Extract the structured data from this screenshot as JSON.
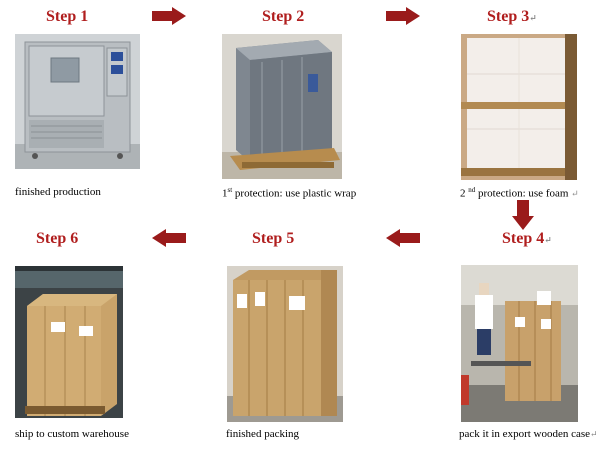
{
  "steps": {
    "s1": {
      "title": "Step 1",
      "caption": "finished production"
    },
    "s2": {
      "title": "Step 2",
      "caption_sup": "st",
      "caption_pre": "1",
      "caption_post": " protection: use plastic wrap"
    },
    "s3": {
      "title": "Step 3",
      "caption_pre": "2 ",
      "caption_sup": "nd",
      "caption_post": " protection: use foam"
    },
    "s4": {
      "title": "Step 4",
      "caption": "pack it in export wooden case"
    },
    "s5": {
      "title": "Step 5",
      "caption": "finished packing"
    },
    "s6": {
      "title": "Step 6",
      "caption": "ship to custom warehouse"
    }
  },
  "return_mark": "↵",
  "colors": {
    "accent": "#9a1b1b"
  }
}
